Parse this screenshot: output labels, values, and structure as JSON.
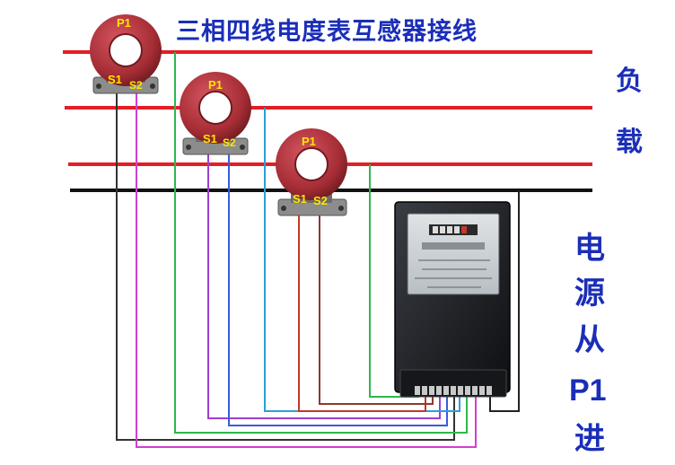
{
  "title": "三相四线电度表互感器接线",
  "load_label": [
    "负",
    "载"
  ],
  "source_label": [
    "电",
    "源",
    "从",
    "P1",
    "进"
  ],
  "transformers": [
    {
      "p1_label": "P1",
      "s1_label": "S1",
      "s2_label": "S2"
    },
    {
      "p1_label": "P1",
      "s1_label": "S1",
      "s2_label": "S2"
    },
    {
      "p1_label": "P1",
      "s1_label": "S1",
      "s2_label": "S2"
    }
  ],
  "colors": {
    "phase_line": "#e31e24",
    "neutral_line": "#111111",
    "title_text": "#1a2eb8",
    "side_text": "#1a2eb8",
    "ct_body": "#b3333b",
    "terminal_label": "#ffe600",
    "meter_body": "#1b1d21",
    "wire_green": "#2db84b",
    "wire_blue": "#3b5bdb",
    "wire_magenta": "#d040d0",
    "wire_red": "#c0392b",
    "wire_black": "#333333",
    "wire_cyan": "#2a9fd6"
  }
}
